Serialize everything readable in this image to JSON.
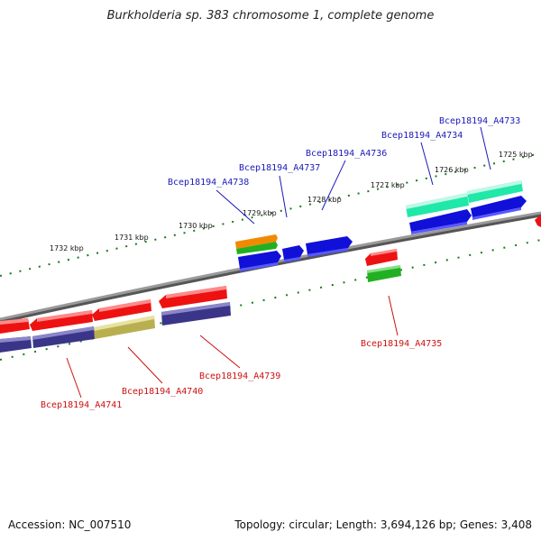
{
  "title": "Burkholderia sp. 383 chromosome 1, complete genome",
  "footer": {
    "accession": "Accession: NC_007510",
    "summary": "Topology: circular; Length: 3,694,126 bp; Genes: 3,408"
  },
  "ruler": {
    "tick_labels": [
      "1732 kbp",
      "1731 kbp",
      "1730 kbp",
      "1729 kbp",
      "1728 kbp",
      "1727 kbp",
      "1726 kbp",
      "1725 kbp"
    ]
  },
  "gene_labels": {
    "forward": [
      "Bcep18194_A4738",
      "Bcep18194_A4737",
      "Bcep18194_A4736",
      "Bcep18194_A4734",
      "Bcep18194_A4733"
    ],
    "reverse": [
      "Bcep18194_A4741",
      "Bcep18194_A4740",
      "Bcep18194_A4739",
      "Bcep18194_A4735"
    ]
  },
  "colors": {
    "forward_label": "#1a1ab8",
    "reverse_label": "#cc1111",
    "red_gene": "#ee1111",
    "blue_gene": "#1010d8",
    "green_gene": "#22b022",
    "orange_gene": "#f08a00",
    "teal_gene": "#20e8a8",
    "navy_gene": "#3a3588",
    "olive_gene": "#b8b050",
    "backbone": "#777777",
    "tick": "#1a7a1a"
  }
}
